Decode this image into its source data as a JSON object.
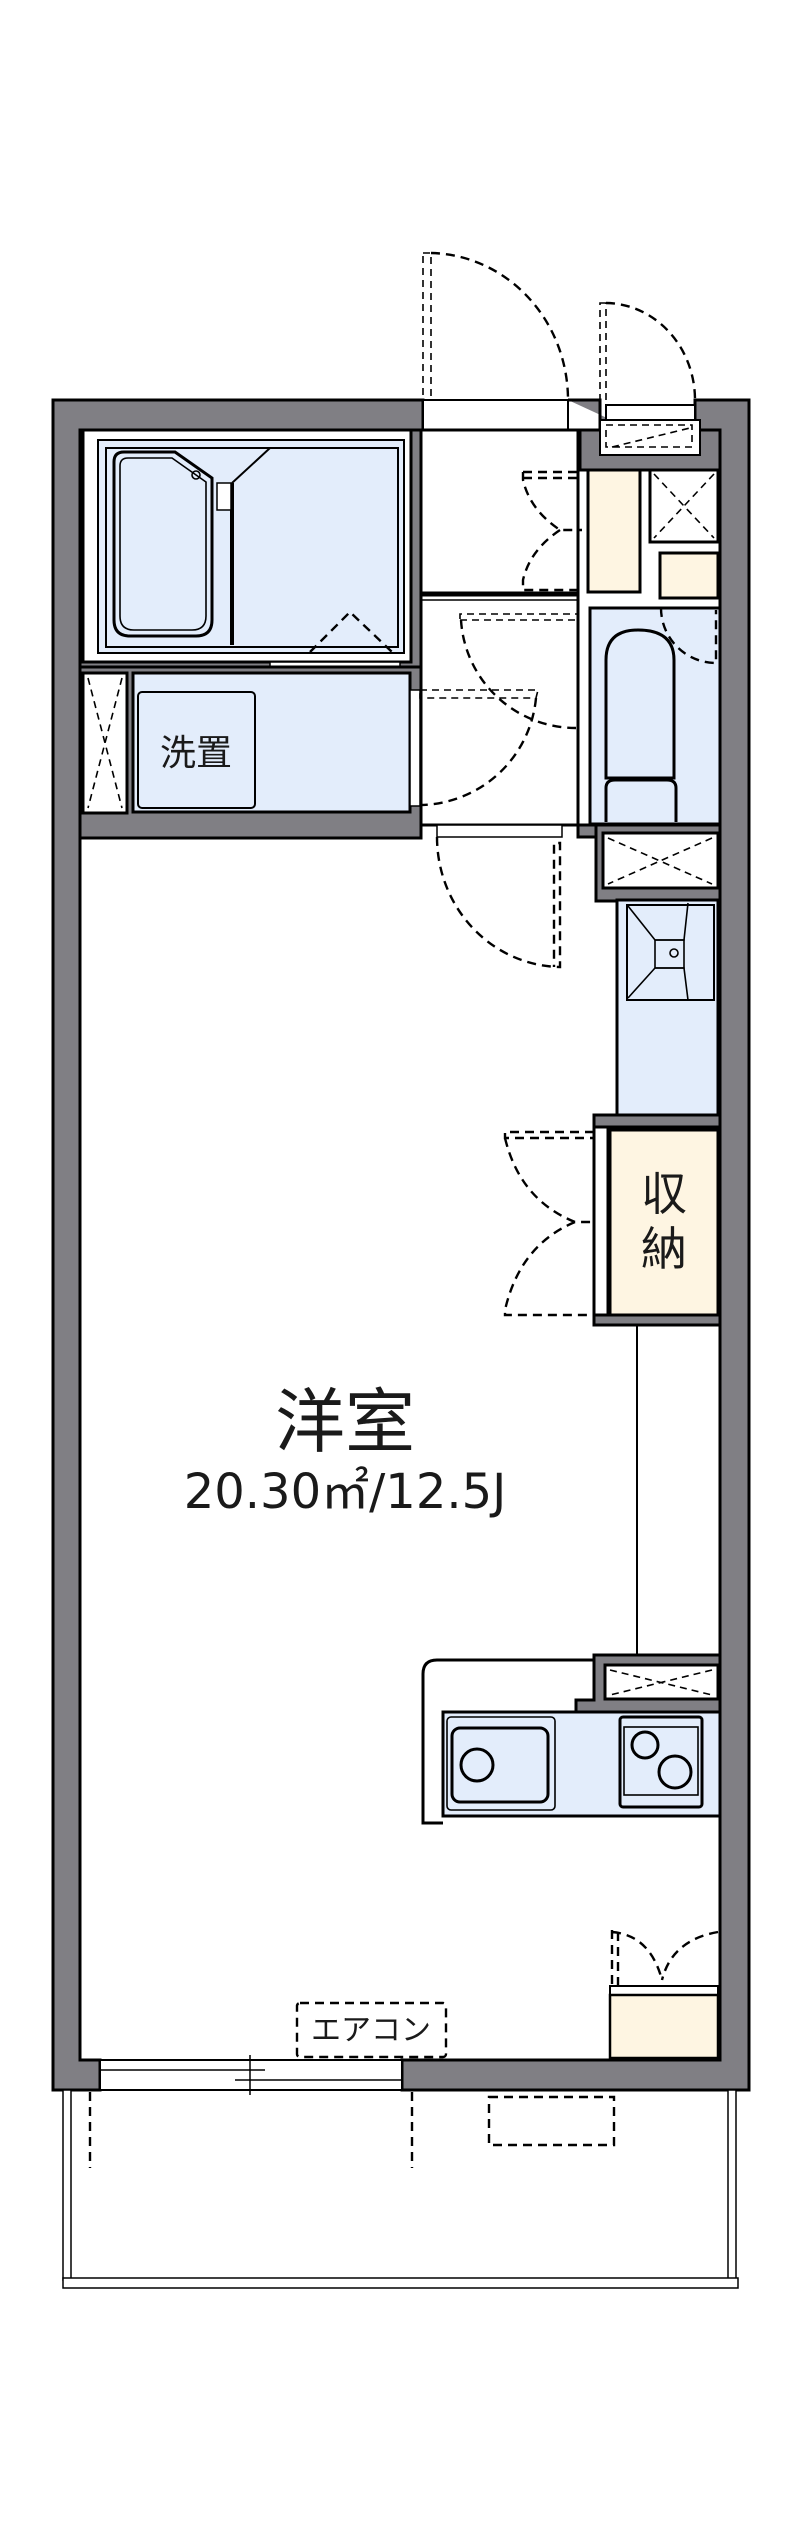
{
  "floorplan": {
    "rooms": {
      "western_room": {
        "name": "洋室",
        "area": "20.30㎡/12.5J"
      },
      "laundry": {
        "label": "洗置"
      },
      "storage": {
        "label_line1": "収",
        "label_line2": "納"
      }
    },
    "equipment": {
      "air_conditioner": {
        "label": "エアコン"
      }
    },
    "colors": {
      "wall": "#807f84",
      "wet_area": "#e3edfb",
      "storage": "#fef5e2",
      "line": "#000000"
    }
  }
}
